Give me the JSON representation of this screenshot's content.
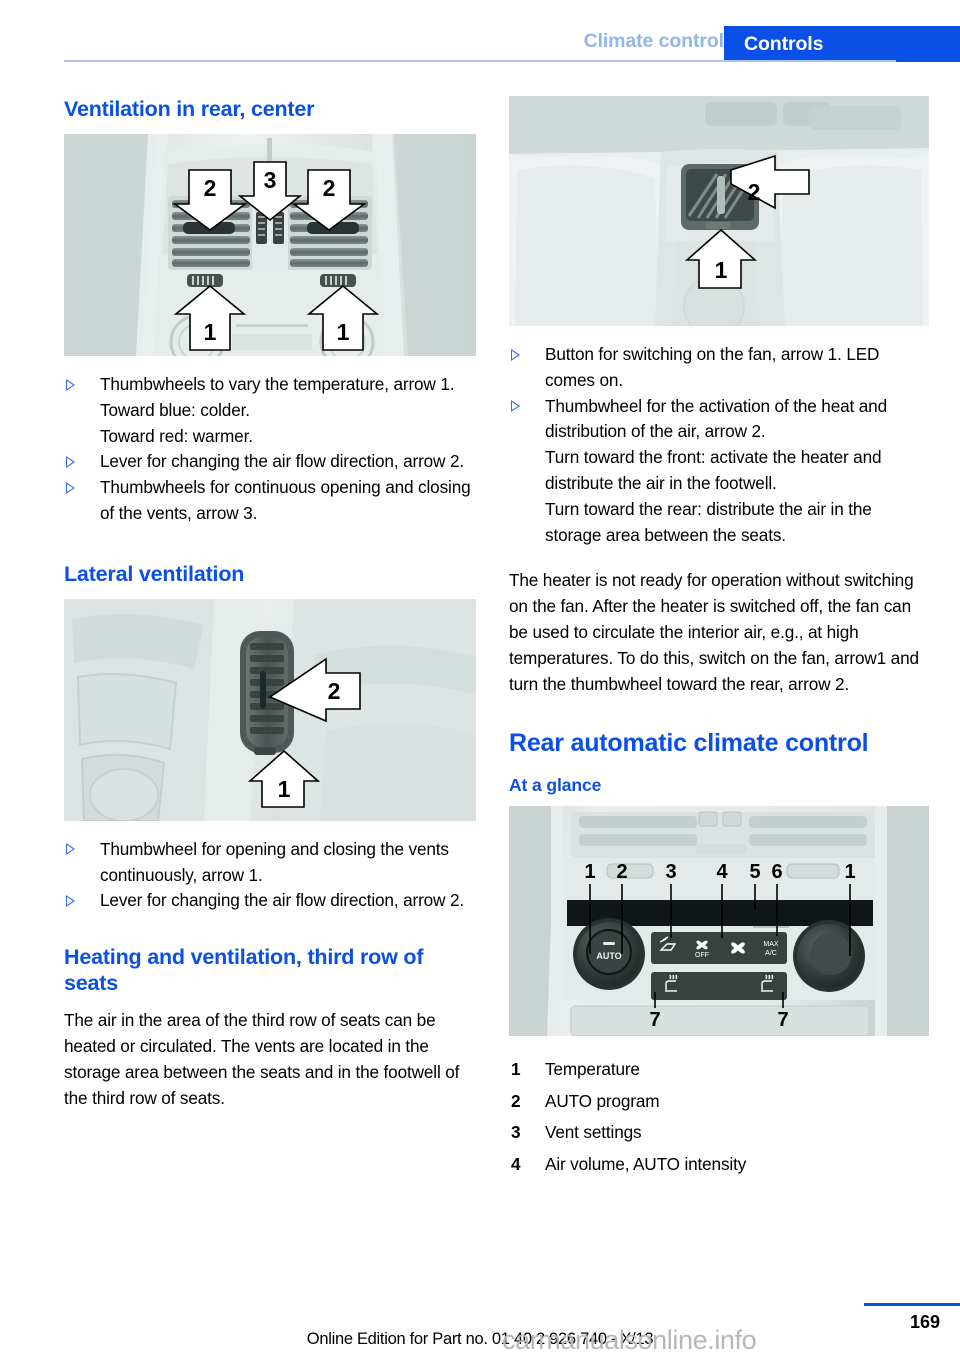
{
  "header": {
    "chapter": "Climate control",
    "tab": "Controls"
  },
  "left_column": {
    "heading_ventilation_rear": "Ventilation in rear, center",
    "figure_rear_center": {
      "alt": "Rear center console air vents with callout arrows",
      "callouts": [
        "2",
        "3",
        "2",
        "1",
        "1"
      ]
    },
    "bullets_rear": [
      "Thumbwheels to vary the temperature, arrow 1.",
      "Lever for changing the air flow direction, arrow 2.",
      "Thumbwheels for continuous opening and closing of the vents, arrow 3."
    ],
    "sub_paras_rear": [
      "Toward blue: colder.",
      "Toward red: warmer."
    ],
    "heading_lateral": "Lateral ventilation",
    "figure_lateral": {
      "alt": "Lateral door pillar air vent with callout arrows",
      "callouts": [
        "2",
        "1"
      ]
    },
    "bullets_lateral": [
      "Thumbwheel for opening and closing the vents continuously, arrow 1.",
      "Lever for changing the air flow direction, arrow 2."
    ],
    "heading_third_row": "Heating and ventilation, third row of seats",
    "paragraph_third_row": "The air in the area of the third row of seats can be heated or circulated. The vents are located in the storage area between the seats and in the footwell of the third row of seats."
  },
  "right_column": {
    "figure_storage_vent": {
      "alt": "Vent in the storage area between the seats with callout arrows",
      "callouts": [
        "2",
        "1"
      ]
    },
    "bullets_storage": [
      "Button for switching on the fan, arrow 1. LED comes on.",
      "Thumbwheel for the activation of the heat and distribution of the air, arrow 2."
    ],
    "sub_paras_storage": [
      "Turn toward the front: activate the heater and distribute the air in the footwell.",
      "Turn toward the rear: distribute the air in the storage area between the seats."
    ],
    "paragraph_heater": "The heater is not ready for operation without switching on the fan. After the heater is switched off, the fan can be used to circulate the interior air, e.g., at high temperatures. To do this, switch on the fan, arrow1 and turn the thumbwheel toward the rear, arrow 2.",
    "heading_rear_auto": "Rear automatic climate control",
    "heading_at_a_glance": "At a glance",
    "figure_panel": {
      "alt": "Rear automatic climate control panel",
      "callouts": [
        "1",
        "2",
        "3",
        "4",
        "5",
        "6",
        "1",
        "7",
        "7"
      ],
      "button_labels": [
        "AUTO",
        "OFF",
        "MAX A/C"
      ]
    },
    "legend": [
      {
        "num": "1",
        "label": "Temperature"
      },
      {
        "num": "2",
        "label": "AUTO program"
      },
      {
        "num": "3",
        "label": "Vent settings"
      },
      {
        "num": "4",
        "label": "Air volume, AUTO intensity"
      }
    ]
  },
  "footer": {
    "edition": "Online Edition for Part no. 01 40 2 926 740 - X/13",
    "page_number": "169",
    "watermark": "carmanualsonline.info"
  },
  "colors": {
    "accent_blue": "#0a50e6",
    "muted_blue": "#93b6e8",
    "rule_blue": "#a9c8f0",
    "text_black": "#000000",
    "watermark_gray": "#b7b7b7"
  }
}
